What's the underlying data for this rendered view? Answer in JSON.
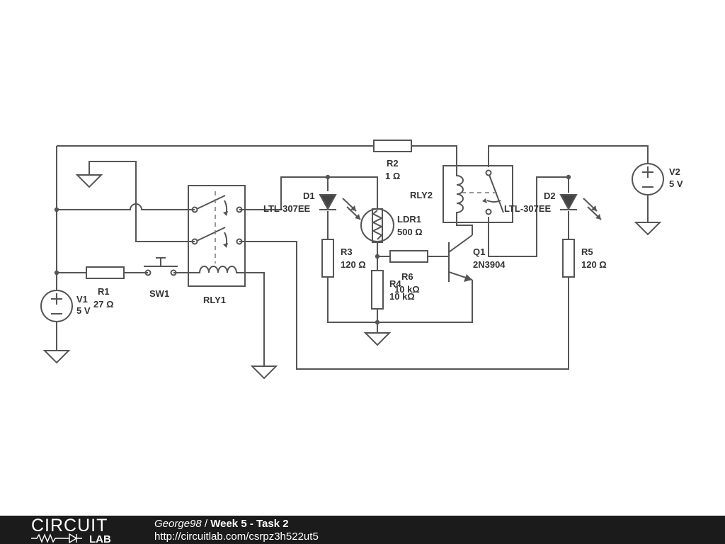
{
  "components": {
    "v1": {
      "ref": "V1",
      "value": "5 V"
    },
    "v2": {
      "ref": "V2",
      "value": "5 V"
    },
    "r1": {
      "ref": "R1",
      "value": "27 Ω"
    },
    "r2": {
      "ref": "R2",
      "value": "1 Ω"
    },
    "r3": {
      "ref": "R3",
      "value": "120 Ω"
    },
    "r4": {
      "ref": "R4",
      "value": "10 kΩ"
    },
    "r5": {
      "ref": "R5",
      "value": "120 Ω"
    },
    "r6": {
      "ref": "R6",
      "value": "10 kΩ"
    },
    "sw1": {
      "ref": "SW1"
    },
    "rly1": {
      "ref": "RLY1"
    },
    "rly2": {
      "ref": "RLY2"
    },
    "d1": {
      "ref": "D1",
      "part": "LTL-307EE"
    },
    "d2": {
      "ref": "D2",
      "part": "LTL-307EE"
    },
    "ldr1": {
      "ref": "LDR1",
      "value": "500 Ω"
    },
    "q1": {
      "ref": "Q1",
      "part": "2N3904"
    }
  },
  "footer": {
    "logo_top": "CIRCUIT",
    "logo_bottom": "LAB",
    "author": "George98",
    "separator": " / ",
    "project_title": "Week 5 - Task 2",
    "url": "http://circuitlab.com/csrpz3h522ut5"
  },
  "colors": {
    "wire": "#555555",
    "label": "#333333",
    "footer_bg": "#1b1b1b",
    "footer_text": "#ffffff"
  }
}
